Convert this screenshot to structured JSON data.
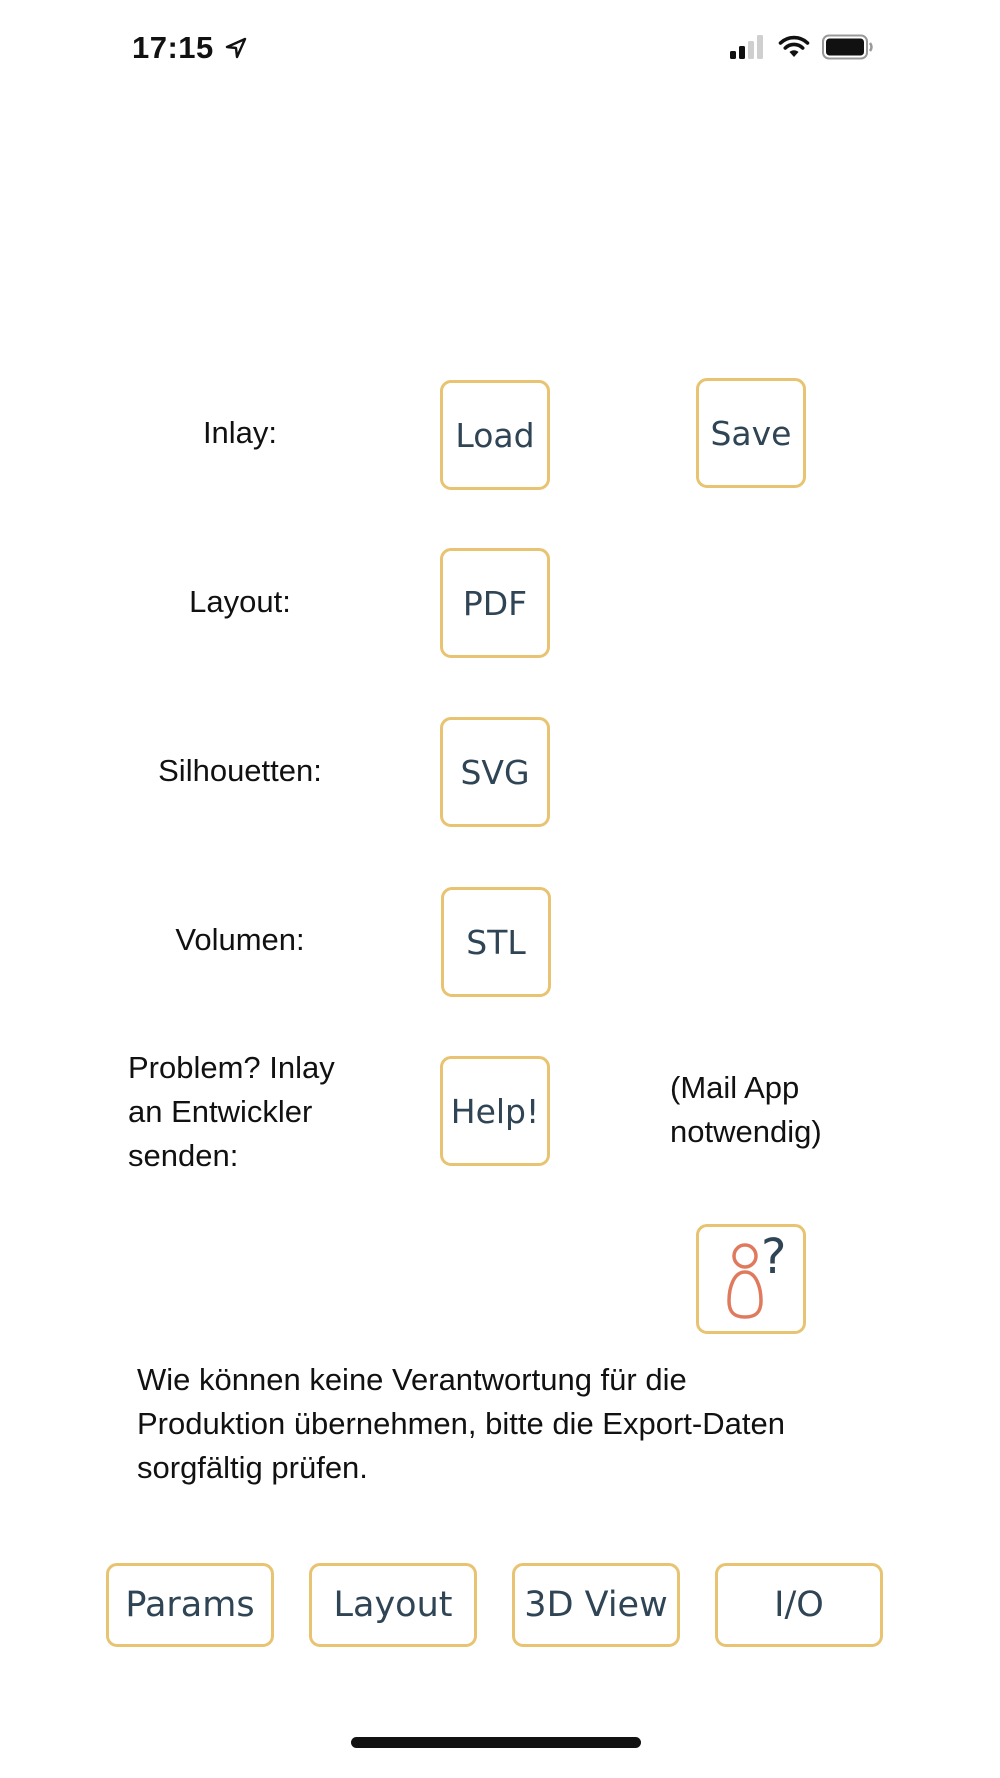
{
  "status_bar": {
    "time": "17:15",
    "location_icon": "location-arrow-icon",
    "signal_icon": "cellular-signal-icon",
    "wifi_icon": "wifi-icon",
    "battery_icon": "battery-icon"
  },
  "rows": {
    "inlay": {
      "label": "Inlay:",
      "load_label": "Load",
      "save_label": "Save"
    },
    "layout": {
      "label": "Layout:",
      "pdf_label": "PDF"
    },
    "silhouetten": {
      "label": "Silhouetten:",
      "svg_label": "SVG"
    },
    "volumen": {
      "label": "Volumen:",
      "stl_label": "STL"
    },
    "help": {
      "label_lines": [
        "Problem? Inlay",
        "an Entwickler",
        "senden:"
      ],
      "button_label": "Help!",
      "note_lines": [
        "(Mail App",
        "notwendig)"
      ]
    }
  },
  "user_help": {
    "icon": "user-help-icon",
    "glyph": "?"
  },
  "disclaimer": {
    "lines": [
      "Wie können keine Verantwortung für die",
      "Produktion übernehmen, bitte die Export-Daten",
      "sorgfältig prüfen."
    ]
  },
  "tabs": [
    {
      "label": "Params"
    },
    {
      "label": "Layout"
    },
    {
      "label": "3D View"
    },
    {
      "label": "I/O"
    }
  ],
  "colors": {
    "button_border": "#E8C472",
    "button_text": "#2F4454",
    "person_icon": "#E07A5F",
    "text": "#111111",
    "background": "#FFFFFF"
  }
}
